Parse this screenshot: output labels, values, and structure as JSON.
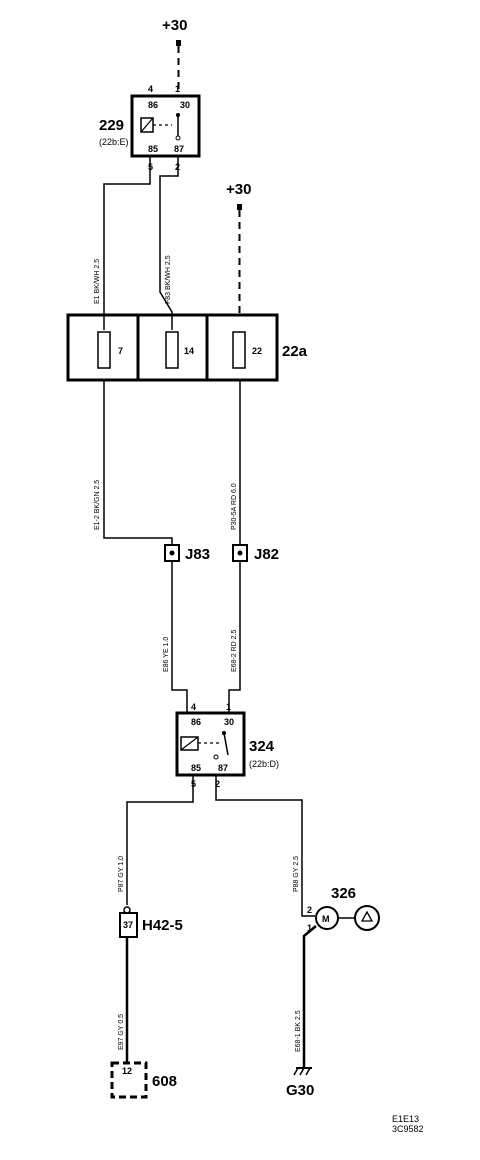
{
  "supplies": {
    "top": "+30",
    "mid": "+30"
  },
  "relay_229": {
    "id": "229",
    "ref": "(22b:E)",
    "ext_pins": {
      "p4": "4",
      "p1": "1",
      "p5": "5",
      "p2": "2"
    },
    "int_pins": {
      "p86": "86",
      "p30": "30",
      "p85": "85",
      "p87": "87"
    }
  },
  "wires_upper": {
    "left": "E1   BK/WH   2.5",
    "mid": "F83   BK/WH   2.5"
  },
  "fusebox": {
    "id": "22a",
    "fuses": [
      "7",
      "14",
      "22"
    ]
  },
  "wires_fusebox_out": {
    "left": "E1-2   BK/GN   2.5",
    "right": "P30-5A   RD   6.0"
  },
  "junctions": {
    "j83": "J83",
    "j82": "J82"
  },
  "wires_junction_out": {
    "left": "E86   YE   1.0",
    "right": "E68-2   RD   2.5"
  },
  "relay_324": {
    "id": "324",
    "ref": "(22b:D)",
    "ext_pins": {
      "p4": "4",
      "p1": "1",
      "p5": "5",
      "p2": "2"
    },
    "int_pins": {
      "p86": "86",
      "p30": "30",
      "p85": "85",
      "p87": "87"
    }
  },
  "wires_lower": {
    "left_a": "P87   GY   1.0",
    "right_a": "P88   GY   2.5",
    "left_b": "E97   GY   0.5",
    "right_b": "E68-1   BK   2.5"
  },
  "connector_h42": {
    "id": "H42-5",
    "pin": "37"
  },
  "motor_326": {
    "id": "326",
    "symbol": "M",
    "pin2": "2",
    "pin1": "1"
  },
  "control_608": {
    "id": "608",
    "pin": "12"
  },
  "ground": {
    "id": "G30"
  },
  "footer": {
    "line1": "E1E13",
    "line2": "3C9582"
  }
}
